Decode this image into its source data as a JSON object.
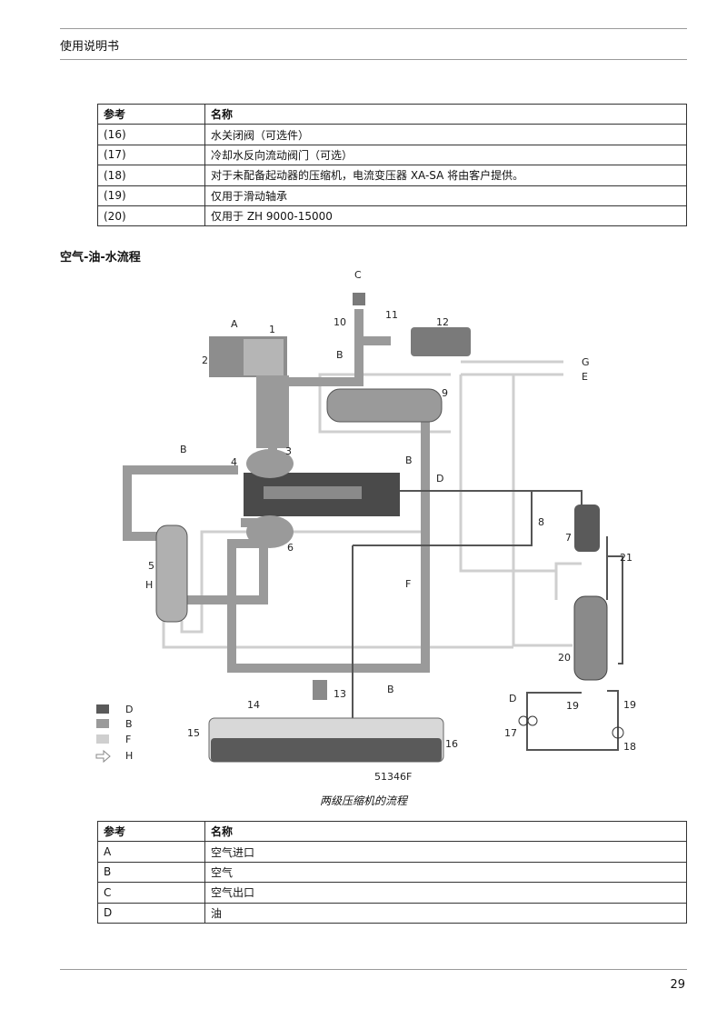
{
  "header": {
    "title": "使用说明书"
  },
  "table_top": {
    "headers": [
      "参考",
      "名称"
    ],
    "rows": [
      [
        "(16)",
        "水关闭阀（可选件）"
      ],
      [
        "(17)",
        "冷却水反向流动阀门（可选）"
      ],
      [
        "(18)",
        "对于未配备起动器的压缩机，电流变压器 XA-SA 将由客户提供。"
      ],
      [
        "(19)",
        "仅用于滑动轴承"
      ],
      [
        "(20)",
        "仅用于 ZH 9000-15000"
      ]
    ]
  },
  "section_title": "空气-油-水流程",
  "figure": {
    "code": "51346F",
    "caption": "两级压缩机的流程",
    "colors": {
      "D": "#5a5a5a",
      "B": "#9a9a9a",
      "F": "#cfcfcf",
      "H": "#ffffff"
    },
    "legend": [
      "D",
      "B",
      "F",
      "H"
    ],
    "numbers": [
      "1",
      "2",
      "3",
      "4",
      "5",
      "6",
      "7",
      "8",
      "9",
      "10",
      "11",
      "12",
      "13",
      "14",
      "15",
      "16",
      "17",
      "18",
      "19",
      "19",
      "20",
      "21"
    ],
    "letters": {
      "A": "A",
      "B": "B",
      "C": "C",
      "D": "D",
      "E": "E",
      "F": "F",
      "G": "G",
      "H": "H"
    }
  },
  "table_bottom": {
    "headers": [
      "参考",
      "名称"
    ],
    "rows": [
      [
        "A",
        "空气进口"
      ],
      [
        "B",
        "空气"
      ],
      [
        "C",
        "空气出口"
      ],
      [
        "D",
        "油"
      ]
    ]
  },
  "footer": {
    "page": "29"
  }
}
